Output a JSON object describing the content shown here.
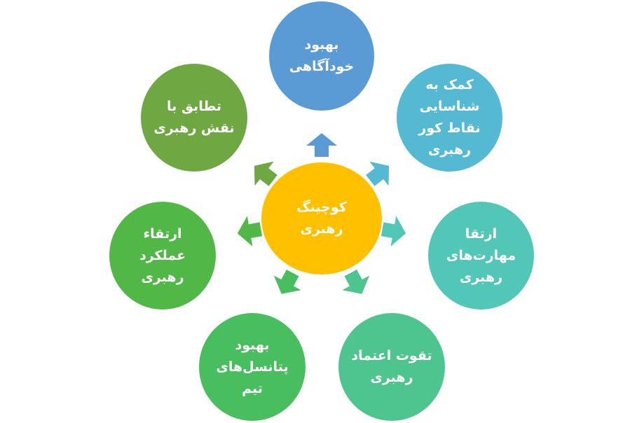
{
  "diagram": {
    "center": {
      "label": "کوچینگ\nرهبری",
      "color": "#FFC000"
    },
    "nodes": [
      {
        "id": "self-awareness",
        "label": "بهبود\nخودآگاهی",
        "color": "#5B9BD5"
      },
      {
        "id": "blind-spots",
        "label": "کمک به\nشناسایی\nنقاط کور\nرهبری",
        "color": "#56B9D3"
      },
      {
        "id": "skills",
        "label": "ارتقا\nمهارت‌های\nرهبری",
        "color": "#52C7B8"
      },
      {
        "id": "confidence",
        "label": "تقوت اعتماد\nرهبری",
        "color": "#4EC58E"
      },
      {
        "id": "team-potential",
        "label": "بهبود\nپتانسل‌های\nتیم",
        "color": "#49BE5E"
      },
      {
        "id": "performance",
        "label": "ارتقاء\nعملکرد\nرهبری",
        "color": "#51B848"
      },
      {
        "id": "role-fit",
        "label": "تطابق با\nنقش رهبری",
        "color": "#6FA842"
      }
    ]
  }
}
